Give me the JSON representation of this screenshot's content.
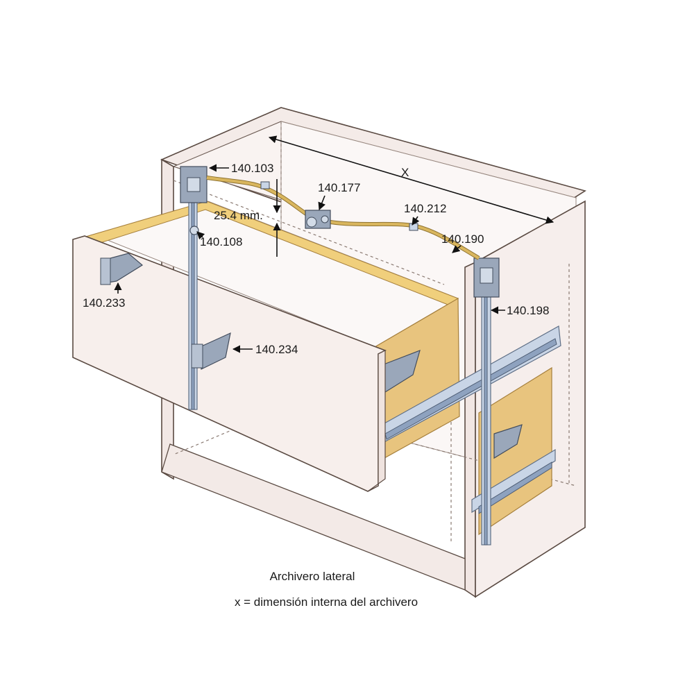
{
  "labels": {
    "part_140_103": "140.103",
    "part_140_177": "140.177",
    "part_140_212": "140.212",
    "part_140_190": "140.190",
    "part_140_108": "140.108",
    "part_140_233": "140.233",
    "part_140_234": "140.234",
    "part_140_198": "140.198",
    "dimension_gap": "25.4 mm.",
    "dimension_x": "X"
  },
  "caption": {
    "title": "Archivero lateral",
    "note": "x = dimensión interna del archivero"
  },
  "colors": {
    "cabinet_fill": "#f7f0ee",
    "cabinet_edge": "#5a4a42",
    "wood": "#e8c47e",
    "steel": "#c9d5e6",
    "cable": "#d9b65e"
  }
}
